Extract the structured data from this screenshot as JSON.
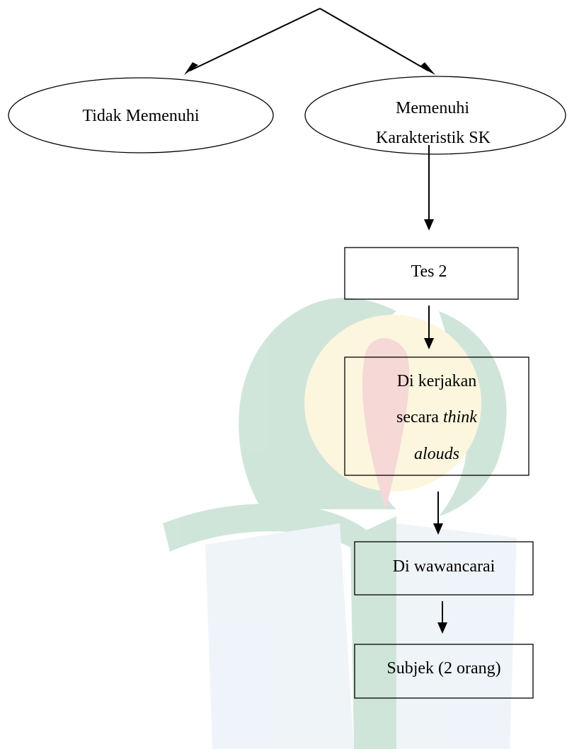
{
  "diagram": {
    "nodes": {
      "tidak_memenuhi": {
        "label": "Tidak Memenuhi"
      },
      "memenuhi": {
        "line1": "Memenuhi",
        "line2": "Karakteristik SK"
      },
      "tes2": {
        "label": "Tes 2"
      },
      "dikerjakan": {
        "line1": "Di kerjakan",
        "line2_prefix": "secara ",
        "line2_italic": "think",
        "line3_italic": "alouds"
      },
      "diwawancarai": {
        "label": "Di wawancarai"
      },
      "subjek": {
        "label": "Subjek (2 orang)"
      }
    },
    "watermark": {
      "colors": {
        "green": "#2e8b57",
        "yellow": "#f5d76e",
        "red": "#d9534f",
        "blue": "#b8cfe6"
      }
    }
  }
}
